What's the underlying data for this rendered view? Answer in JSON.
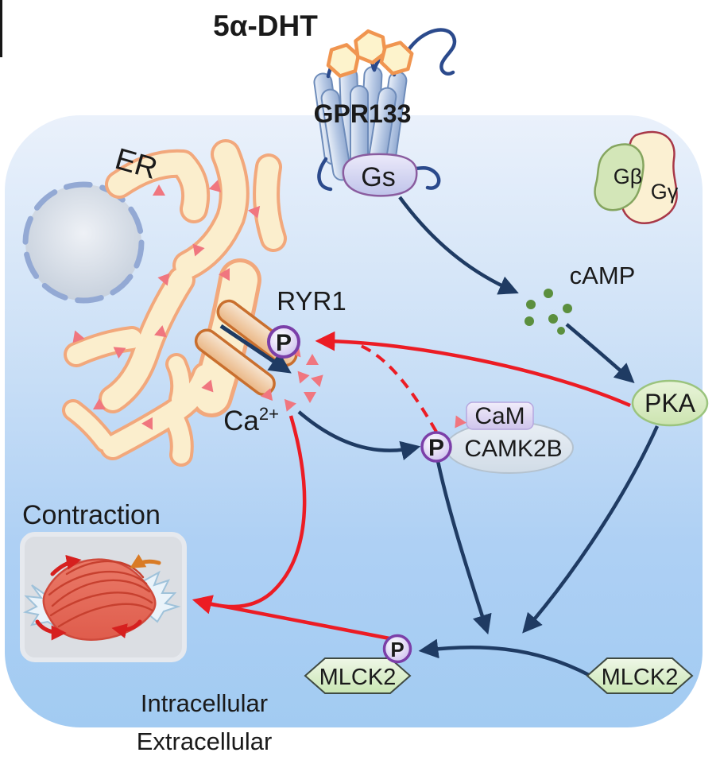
{
  "molecules": {
    "ligand": "5α-DHT",
    "receptor": "GPR133",
    "gs": "Gs",
    "gbeta": "Gβ",
    "ggamma": "Gγ",
    "er": "ER",
    "ryr1": "RYR1",
    "ca_base": "Ca",
    "ca_sup": "2+",
    "camp": "cAMP",
    "pka": "PKA",
    "cam": "CaM",
    "camk2b": "CAMK2B",
    "mlck2_inactive": "MLCK2",
    "mlck2_active": "MLCK2",
    "phospho": "P"
  },
  "compartments": {
    "intracellular": "Intracellular",
    "extracellular": "Extracellular"
  },
  "process": {
    "contraction": "Contraction"
  },
  "colors": {
    "receptor_label": "#e8111d",
    "activation_arrow_navy": "#1f3b63",
    "signal_red": "#ec1c24",
    "camp_dot_green": "#5b8f3e",
    "cell_fill_bottom": "#a3cbf2",
    "er_fill": "#fbeecd",
    "er_outline": "#f2a87c",
    "calcium_triangle": "#f0767f",
    "pka_fill": "#daecc3",
    "mlck2_fill": "#dff0d0",
    "phospho_ring": "#7b3fa8"
  }
}
